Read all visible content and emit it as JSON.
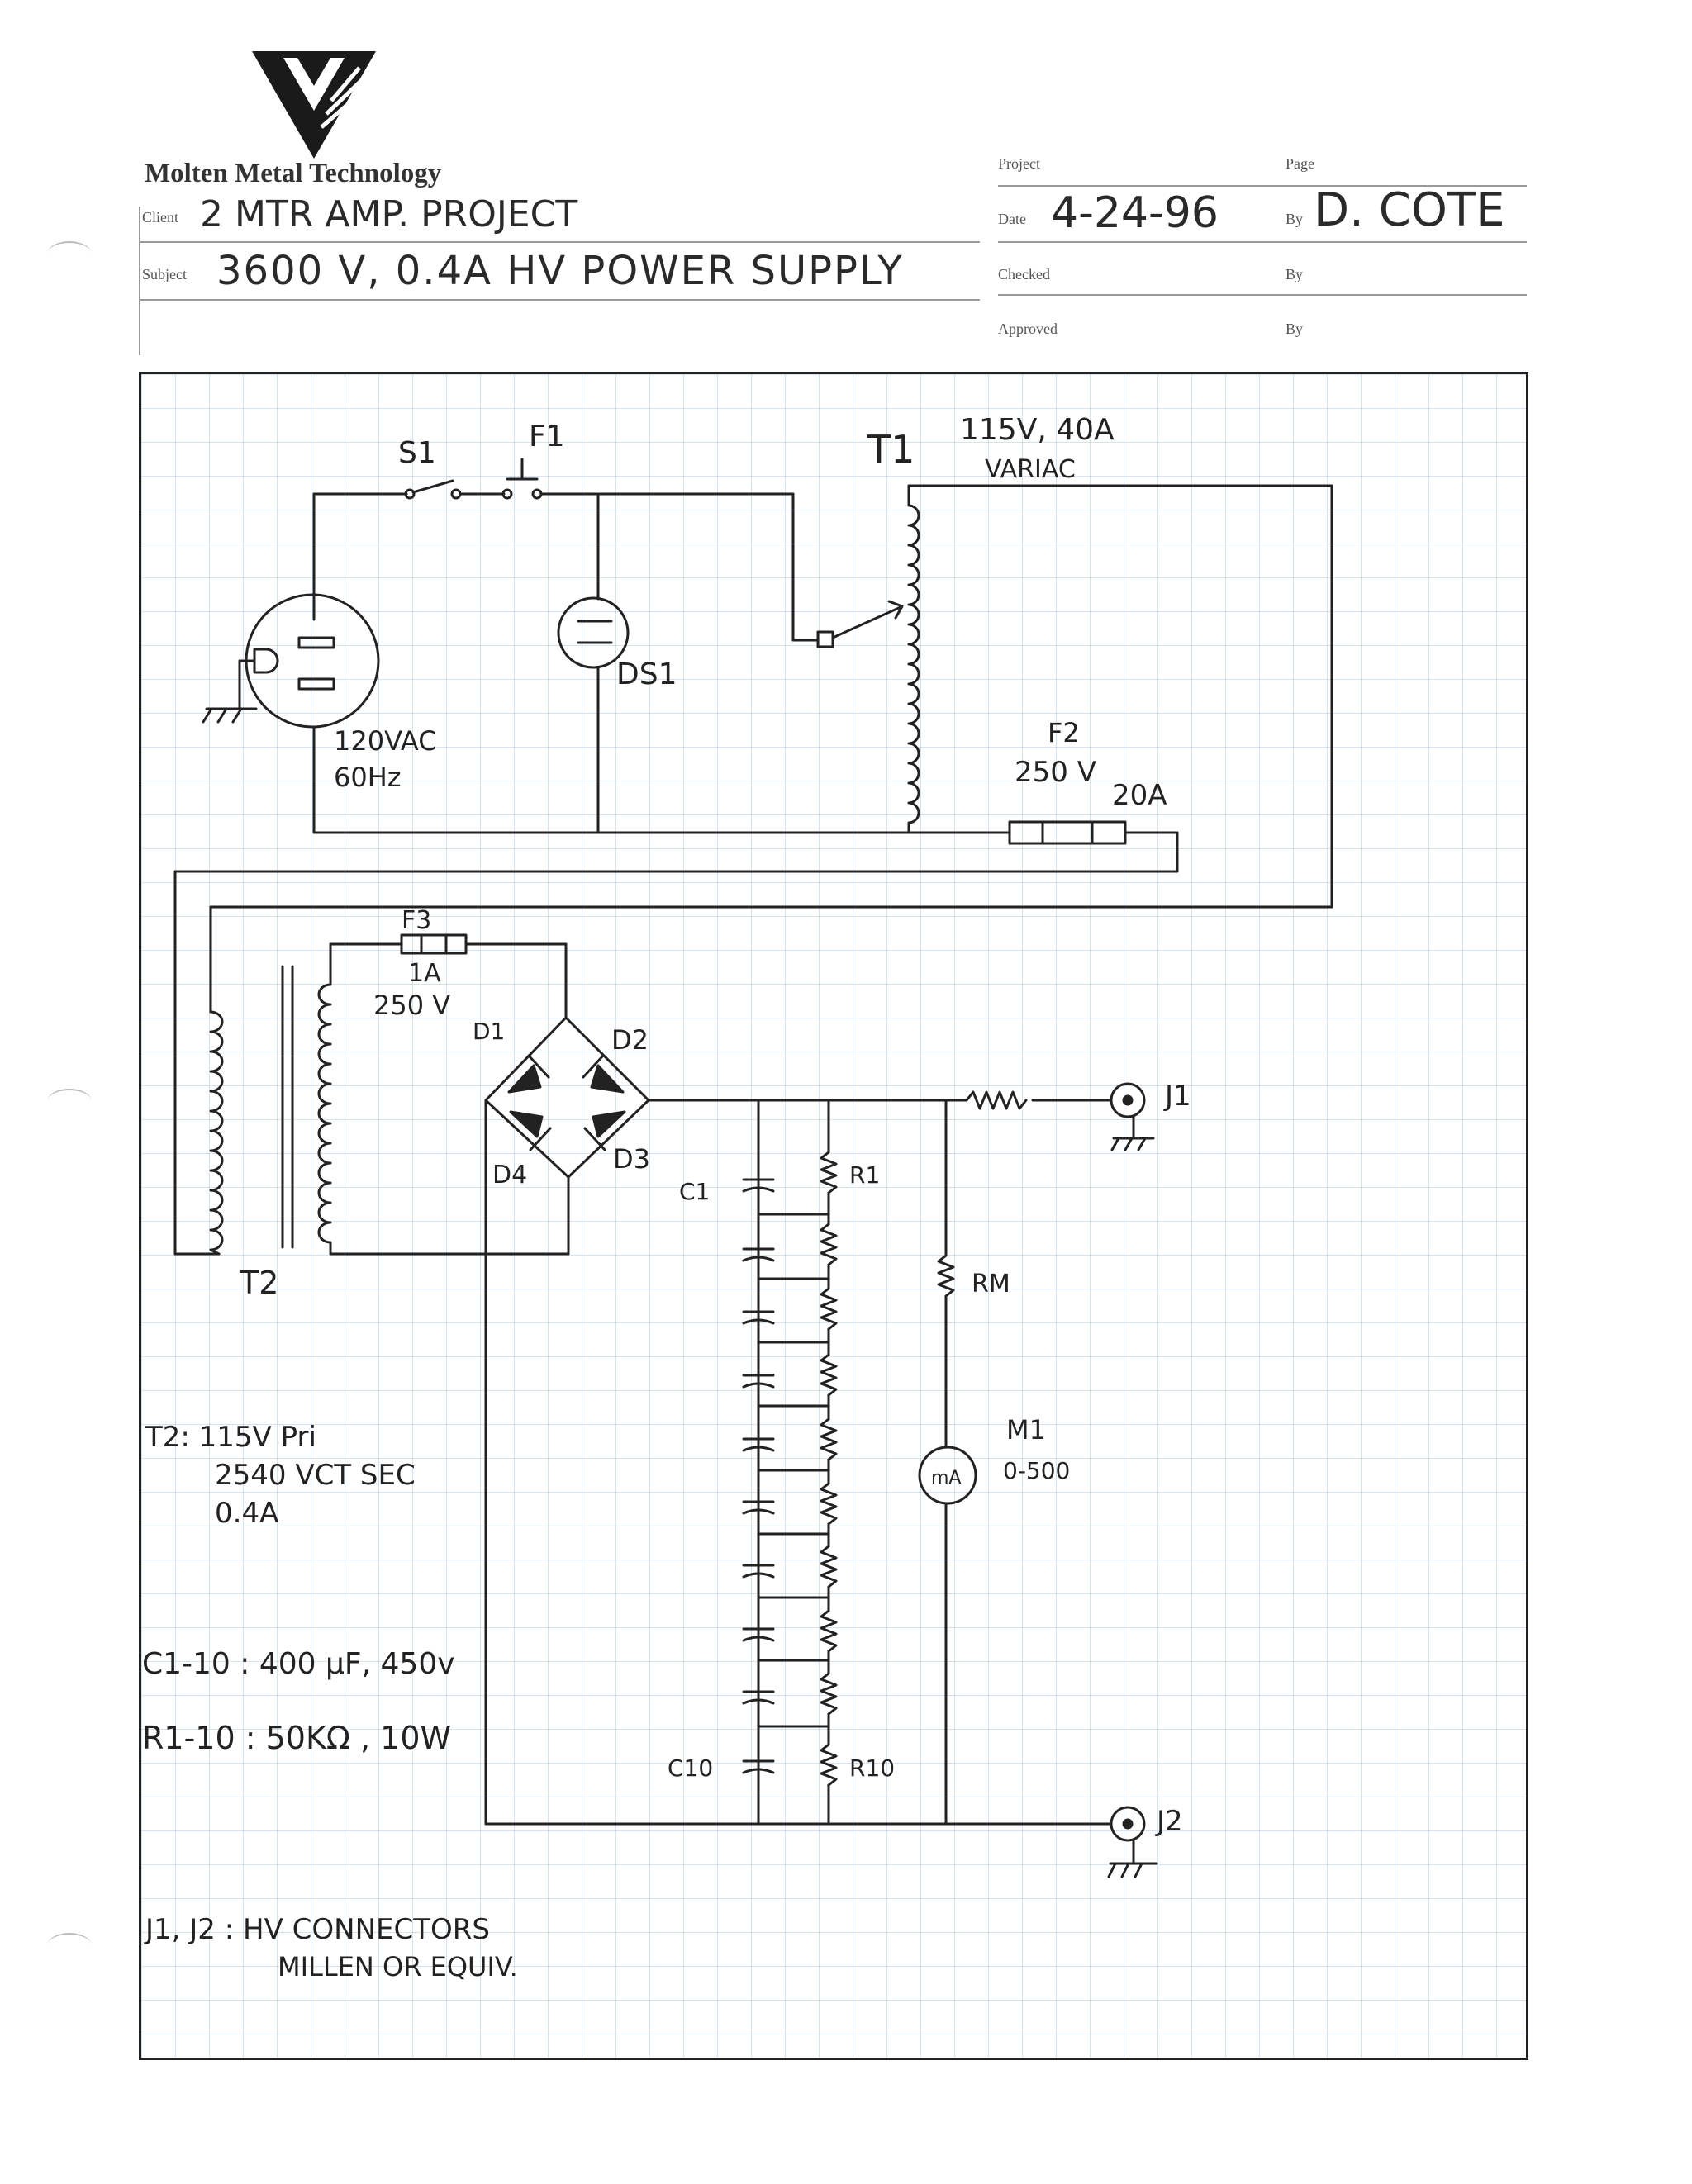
{
  "header": {
    "company": "Molten Metal Technology",
    "client_label": "Client",
    "client_value": "2 MTR AMP. PROJECT",
    "subject_label": "Subject",
    "subject_value": "3600 V, 0.4A HV POWER SUPPLY",
    "project_label": "Project",
    "page_label": "Page",
    "date_label": "Date",
    "date_value": "4-24-96",
    "by_label": "By",
    "by_value": "D. COTE",
    "checked_label": "Checked",
    "approved_label": "Approved"
  },
  "labels": {
    "s1": "S1",
    "f1": "F1",
    "t1": "T1",
    "t1_spec1": "115V, 40A",
    "t1_spec2": "VARIAC",
    "ds1": "DS1",
    "mains1": "120VAC",
    "mains2": "60Hz",
    "f2": "F2",
    "f2_v": "250 V",
    "f2_a": "20A",
    "f3": "F3",
    "f3_a": "1A",
    "f3_v": "250 V",
    "d1": "D1",
    "d2": "D2",
    "d3": "D3",
    "d4": "D4",
    "j1": "J1",
    "j2": "J2",
    "c1": "C1",
    "r1": "R1",
    "c10": "C10",
    "r10": "R10",
    "rm": "RM",
    "m1": "M1",
    "m1_range": "0-500",
    "meter_unit": "mA",
    "t2": "T2"
  },
  "notes": {
    "t2_line1": "T2:  115V Pri",
    "t2_line2": "2540 VCT SEC",
    "t2_line3": "0.4A",
    "caps": "C1-10 :  400 µF, 450v",
    "res": "R1-10 : 50KΩ , 10W",
    "conn1": "J1, J2 :  HV CONNECTORS",
    "conn2": "MILLEN OR EQUIV."
  },
  "colors": {
    "ink": "#222222",
    "grid": "#5a8cbe",
    "frame": "#222222"
  }
}
